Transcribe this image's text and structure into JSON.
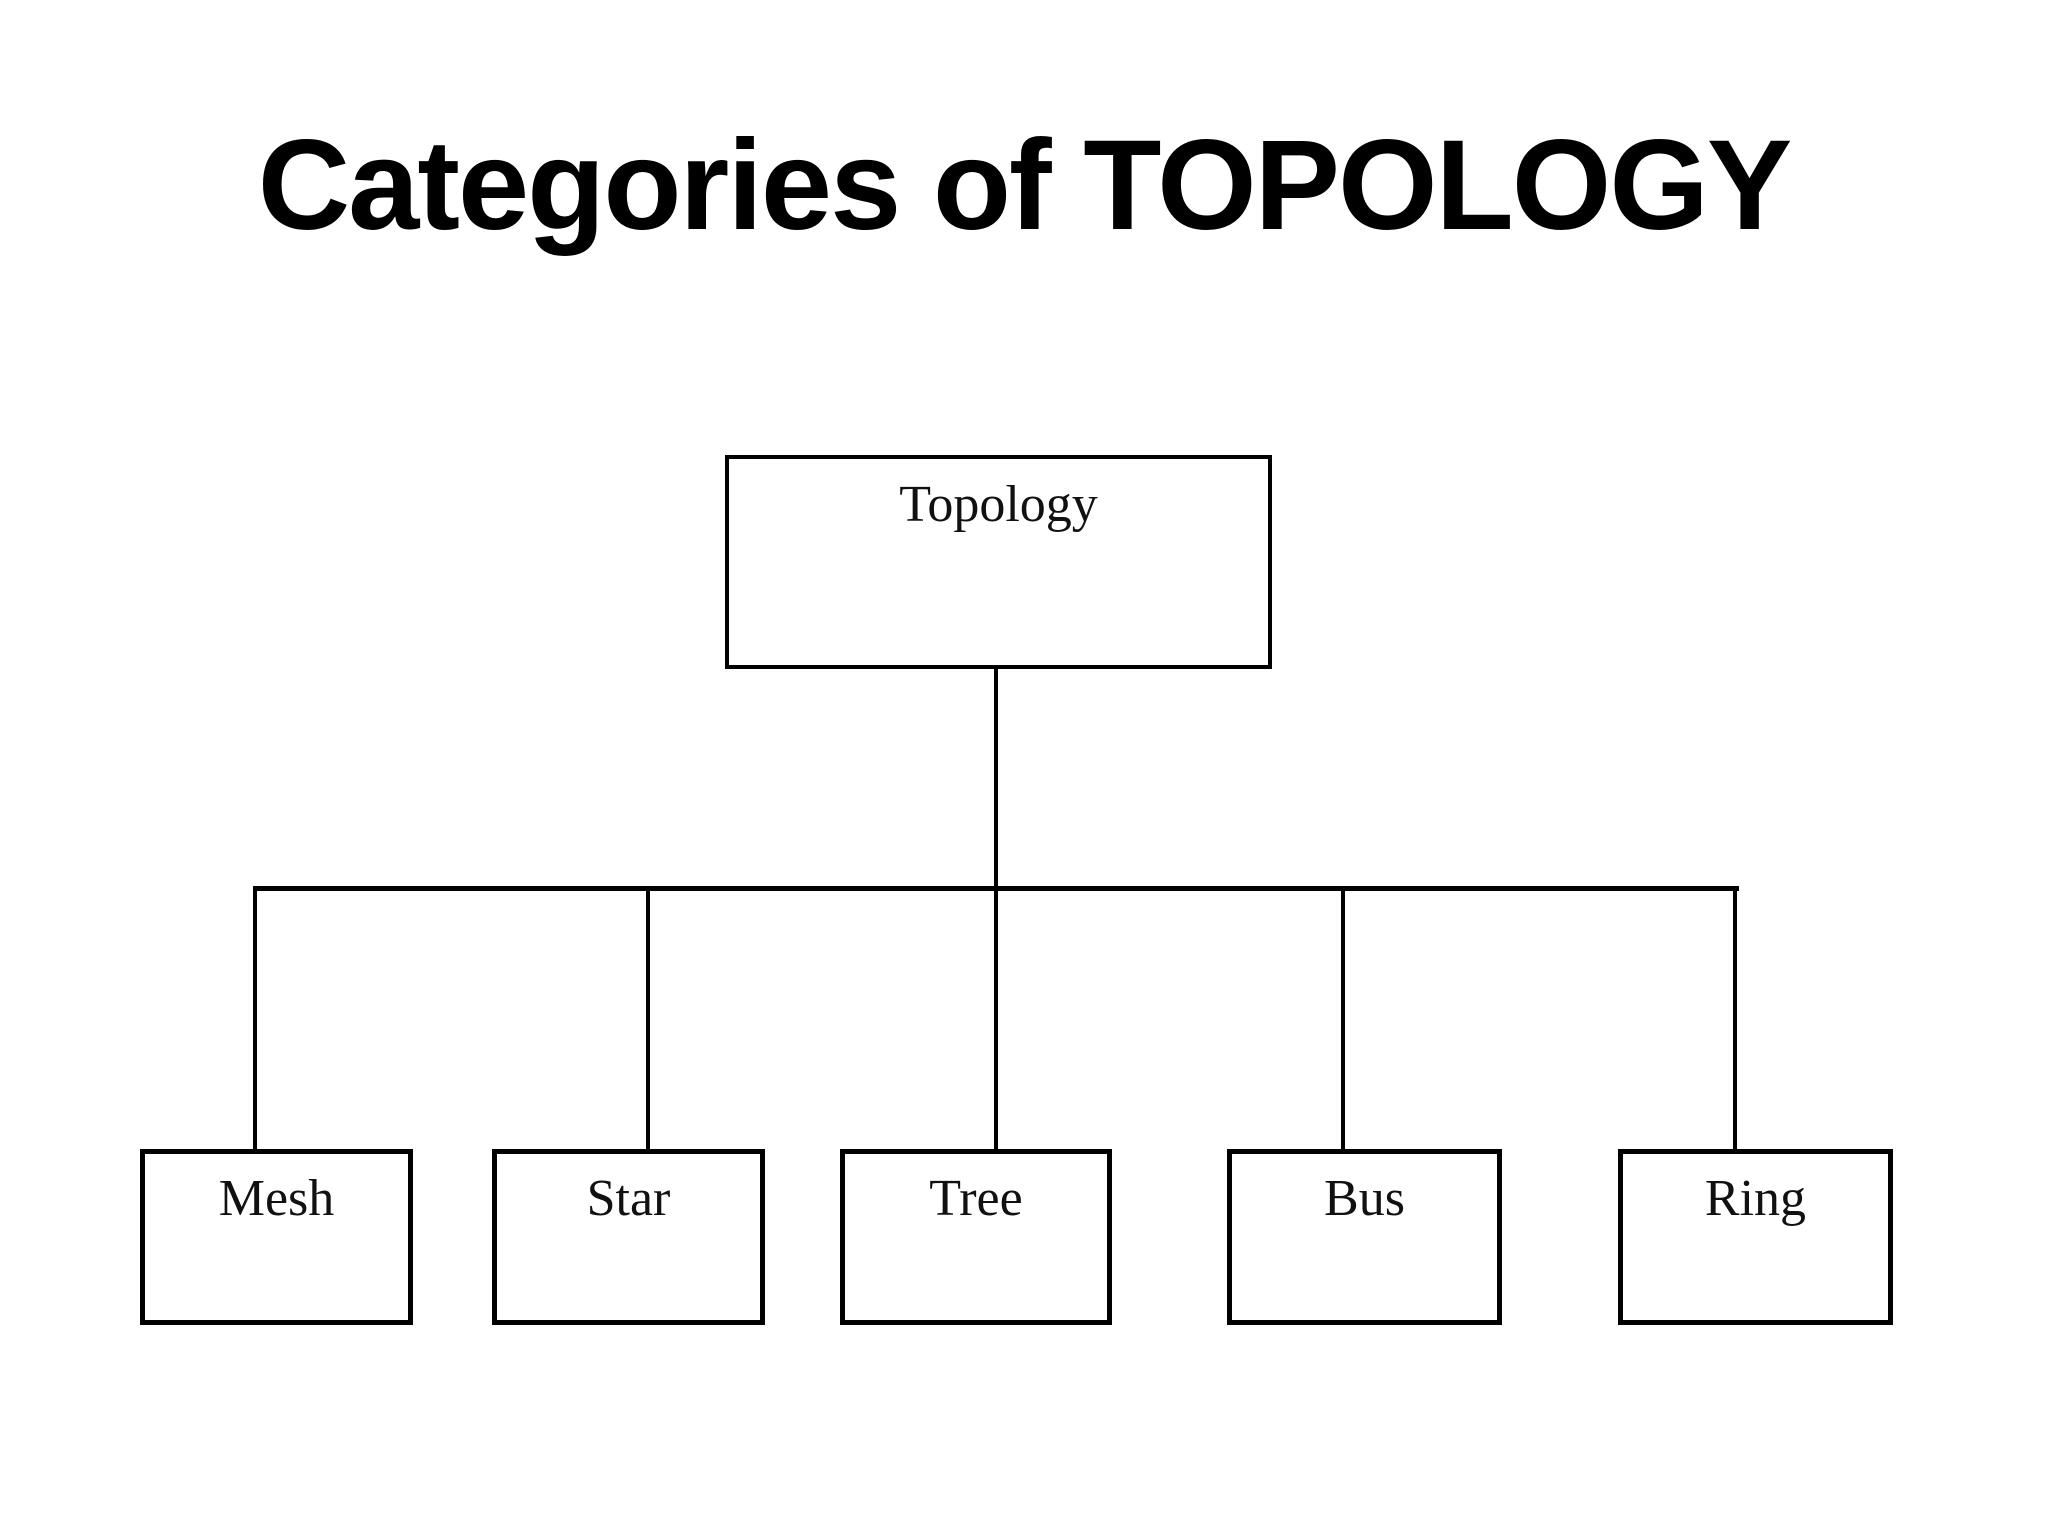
{
  "slide": {
    "title": "Categories of TOPOLOGY",
    "background_color": "#ffffff",
    "text_color": "#000000"
  },
  "diagram": {
    "type": "hierarchy-tree",
    "line_color": "#000000",
    "root": {
      "label": "Topology"
    },
    "children": [
      {
        "label": "Mesh"
      },
      {
        "label": "Star"
      },
      {
        "label": "Tree"
      },
      {
        "label": "Bus"
      },
      {
        "label": "Ring"
      }
    ]
  }
}
